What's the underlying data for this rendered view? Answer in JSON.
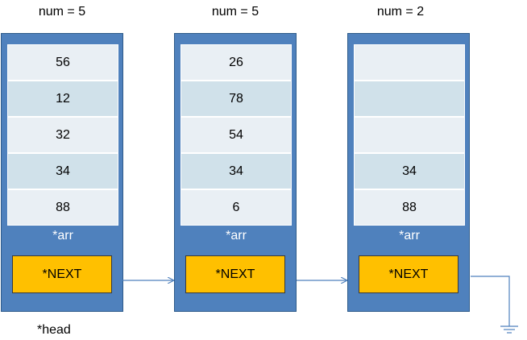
{
  "nodes": [
    {
      "num_label": "num = 5",
      "cells": [
        "56",
        "12",
        "32",
        "34",
        "88"
      ],
      "arr_label": "*arr",
      "next_label": "*NEXT"
    },
    {
      "num_label": "num = 5",
      "cells": [
        "26",
        "78",
        "54",
        "34",
        "6"
      ],
      "arr_label": "*arr",
      "next_label": "*NEXT"
    },
    {
      "num_label": "num = 2",
      "cells": [
        "",
        "",
        "",
        "34",
        "88"
      ],
      "arr_label": "*arr",
      "next_label": "*NEXT"
    }
  ],
  "head_label": "*head",
  "colors": {
    "node_fill": "#4f81bd",
    "cell_light": "#e9eff4",
    "cell_dark": "#d0e1ea",
    "next_fill": "#ffc000",
    "arrow": "#4f81bd"
  }
}
